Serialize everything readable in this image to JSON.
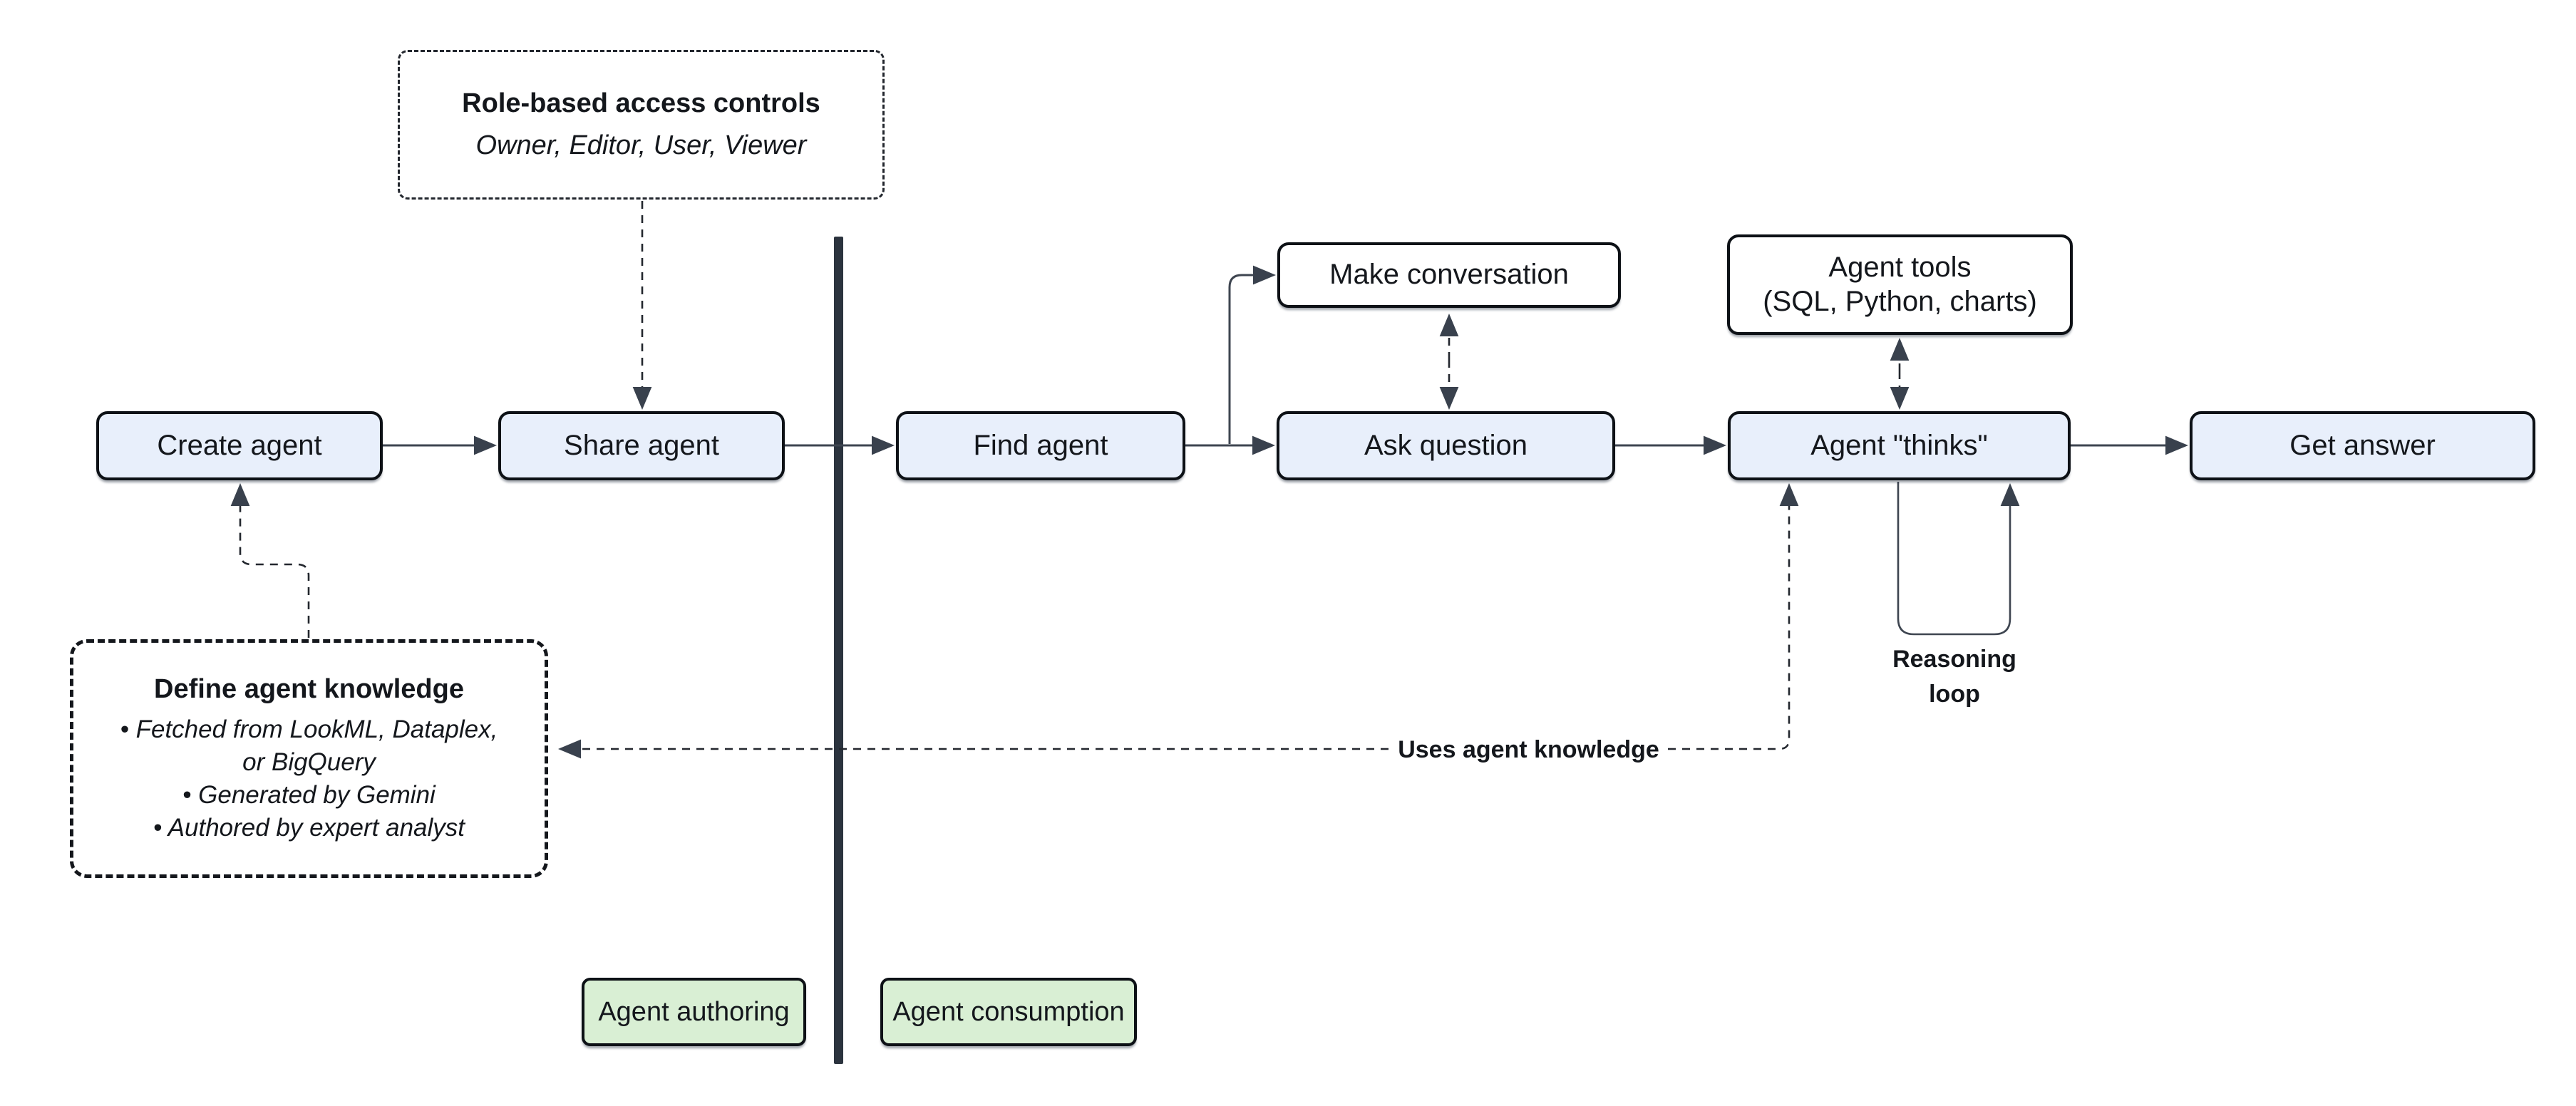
{
  "colors": {
    "background": "#ffffff",
    "node_fill": "#e8effb",
    "node_border": "#0d1116",
    "white_node_fill": "#ffffff",
    "green_fill": "#d9efd4",
    "divider": "#2b333e",
    "solid_line": "#3e4550",
    "dashed_line": "#23272e",
    "arrowhead": "#39414d",
    "text": "#14171c"
  },
  "nodes": {
    "create_agent": {
      "label": "Create agent"
    },
    "share_agent": {
      "label": "Share agent"
    },
    "find_agent": {
      "label": "Find agent"
    },
    "ask_question": {
      "label": "Ask question"
    },
    "agent_thinks": {
      "label": "Agent \"thinks\""
    },
    "get_answer": {
      "label": "Get answer"
    },
    "make_conversation": {
      "label": "Make conversation"
    },
    "agent_tools": {
      "line1": "Agent tools",
      "line2": "(SQL, Python, charts)"
    }
  },
  "callouts": {
    "role_based": {
      "title": "Role-based access controls",
      "subtitle": "Owner, Editor, User, Viewer"
    },
    "define_knowledge": {
      "title": "Define agent knowledge",
      "bullets": [
        "Fetched from LookML, Dataplex, or BigQuery",
        "Generated by Gemini",
        "Authored by expert analyst"
      ]
    }
  },
  "edge_labels": {
    "uses_agent_knowledge": "Uses agent knowledge",
    "reasoning_loop": "Reasoning loop"
  },
  "zones": {
    "authoring_label": "Agent authoring",
    "consumption_label": "Agent consumption"
  }
}
